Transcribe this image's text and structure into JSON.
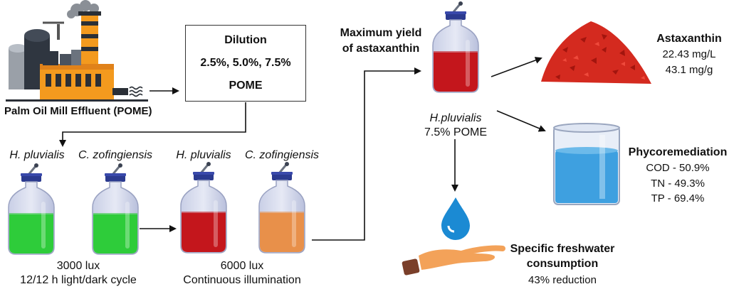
{
  "factory": {
    "label": "Palm Oil Mill Effluent (POME)"
  },
  "dilution": {
    "title": "Dilution",
    "concentrations": "2.5%, 5.0%, 7.5%",
    "medium": "POME"
  },
  "stage1": {
    "species_a": "H. pluvialis",
    "species_b": "C. zofingiensis",
    "condition_line1": "3000 lux",
    "condition_line2": "12/12 h light/dark cycle"
  },
  "stage2": {
    "species_a": "H. pluvialis",
    "species_b": "C. zofingiensis",
    "condition_line1": "6000 lux",
    "condition_line2": "Continuous illumination"
  },
  "best": {
    "heading_line1": "Maximum yield",
    "heading_line2": "of astaxanthin",
    "species": "H.pluvialis",
    "medium": "7.5% POME"
  },
  "astaxanthin": {
    "title": "Astaxanthin",
    "value1": "22.43 mg/L",
    "value2": "43.1 mg/g"
  },
  "phycoremediation": {
    "title": "Phycoremediation",
    "cod": "COD - 50.9%",
    "tn": "TN - 49.3%",
    "tp": "TP - 69.4%"
  },
  "freshwater": {
    "title_line1": "Specific freshwater",
    "title_line2": "consumption",
    "value": "43% reduction"
  },
  "colors": {
    "green_culture": "#2ecc3a",
    "red_culture": "#c4161c",
    "orange_culture": "#e8904a",
    "factory_orange": "#f39a1e",
    "water_blue": "#3ea0e0"
  }
}
